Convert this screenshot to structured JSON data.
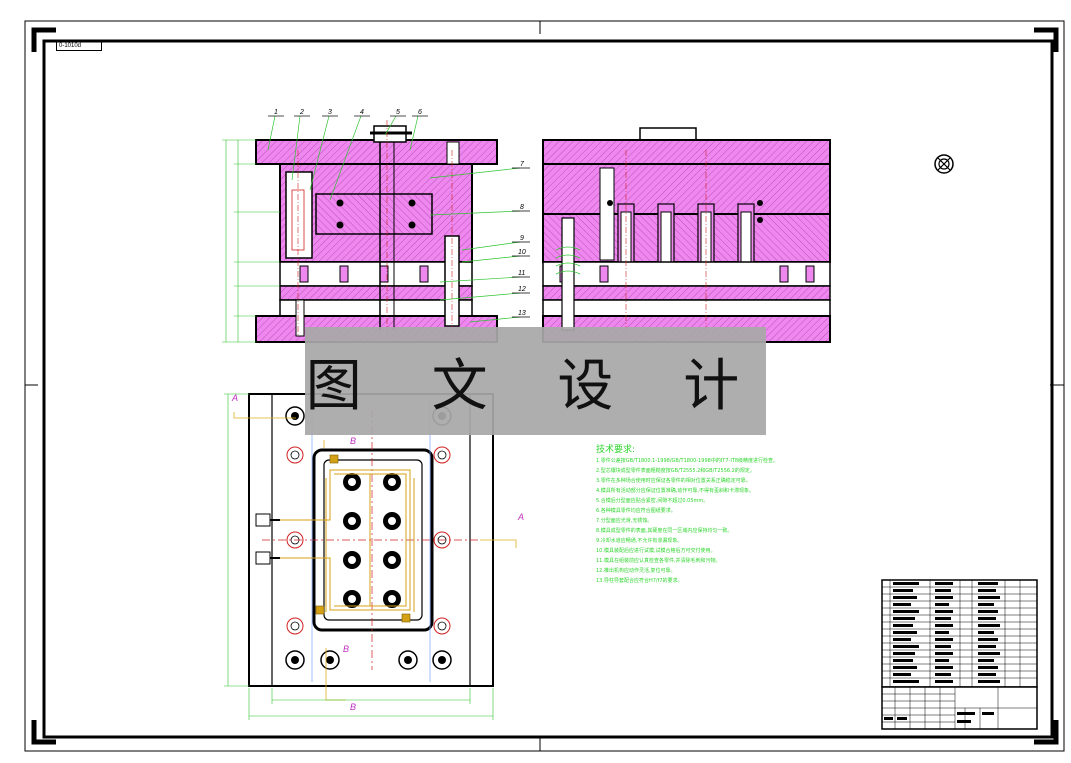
{
  "sheet": {
    "drawing_number": "0-1010d"
  },
  "watermark": {
    "text": "图 文 设 计"
  },
  "part_numbers": [
    "1",
    "2",
    "3",
    "4",
    "5",
    "6",
    "7",
    "8",
    "9",
    "10",
    "11",
    "12",
    "13"
  ],
  "section_labels": {
    "section_a": "A",
    "section_b": "B"
  },
  "tech": {
    "title": "技术要求:",
    "items": [
      "1.零件公差按GB/T1800.1-1998/GB/T1800-1998中的IT7-IT8级精度进行检查。",
      "2.型芯镶块成型零件表面粗糙度按GB/T2555.2和GB/T2556.2的规定。",
      "3.零件在多种场合使用时应保证各零件的相对位置关系正确稳定可靠。",
      "4.模具所有活动部分应保证位置准确,动作可靠,不得有歪斜和卡滞现象。",
      "5.合模后分型面应贴合紧密,间隙不超过0.05mm。",
      "6.各种模具零件均应符合图纸要求。",
      "7.分型面应光滑,无锈蚀。",
      "8.模具成型零件的表面,其硬度在同一区域内应保持均匀一致。",
      "9.冷却水道应畅通,不允许有渗漏现象。",
      "10.模具装配后应进行试模,试模合格后方可交付使用。",
      "11.模具在组装前应认真检查各零件,并清除毛刺和污物。",
      "12.推出机构应动作灵活,复位可靠。",
      "13.导柱导套配合应符合H7/f7的要求。"
    ]
  },
  "colors": {
    "hatch": "#ee88ee",
    "tech_text": "#2fd52f",
    "cooling": "#d4a016",
    "dimension": "#2fc42f",
    "watermark_bg": "#a8a8a8"
  }
}
